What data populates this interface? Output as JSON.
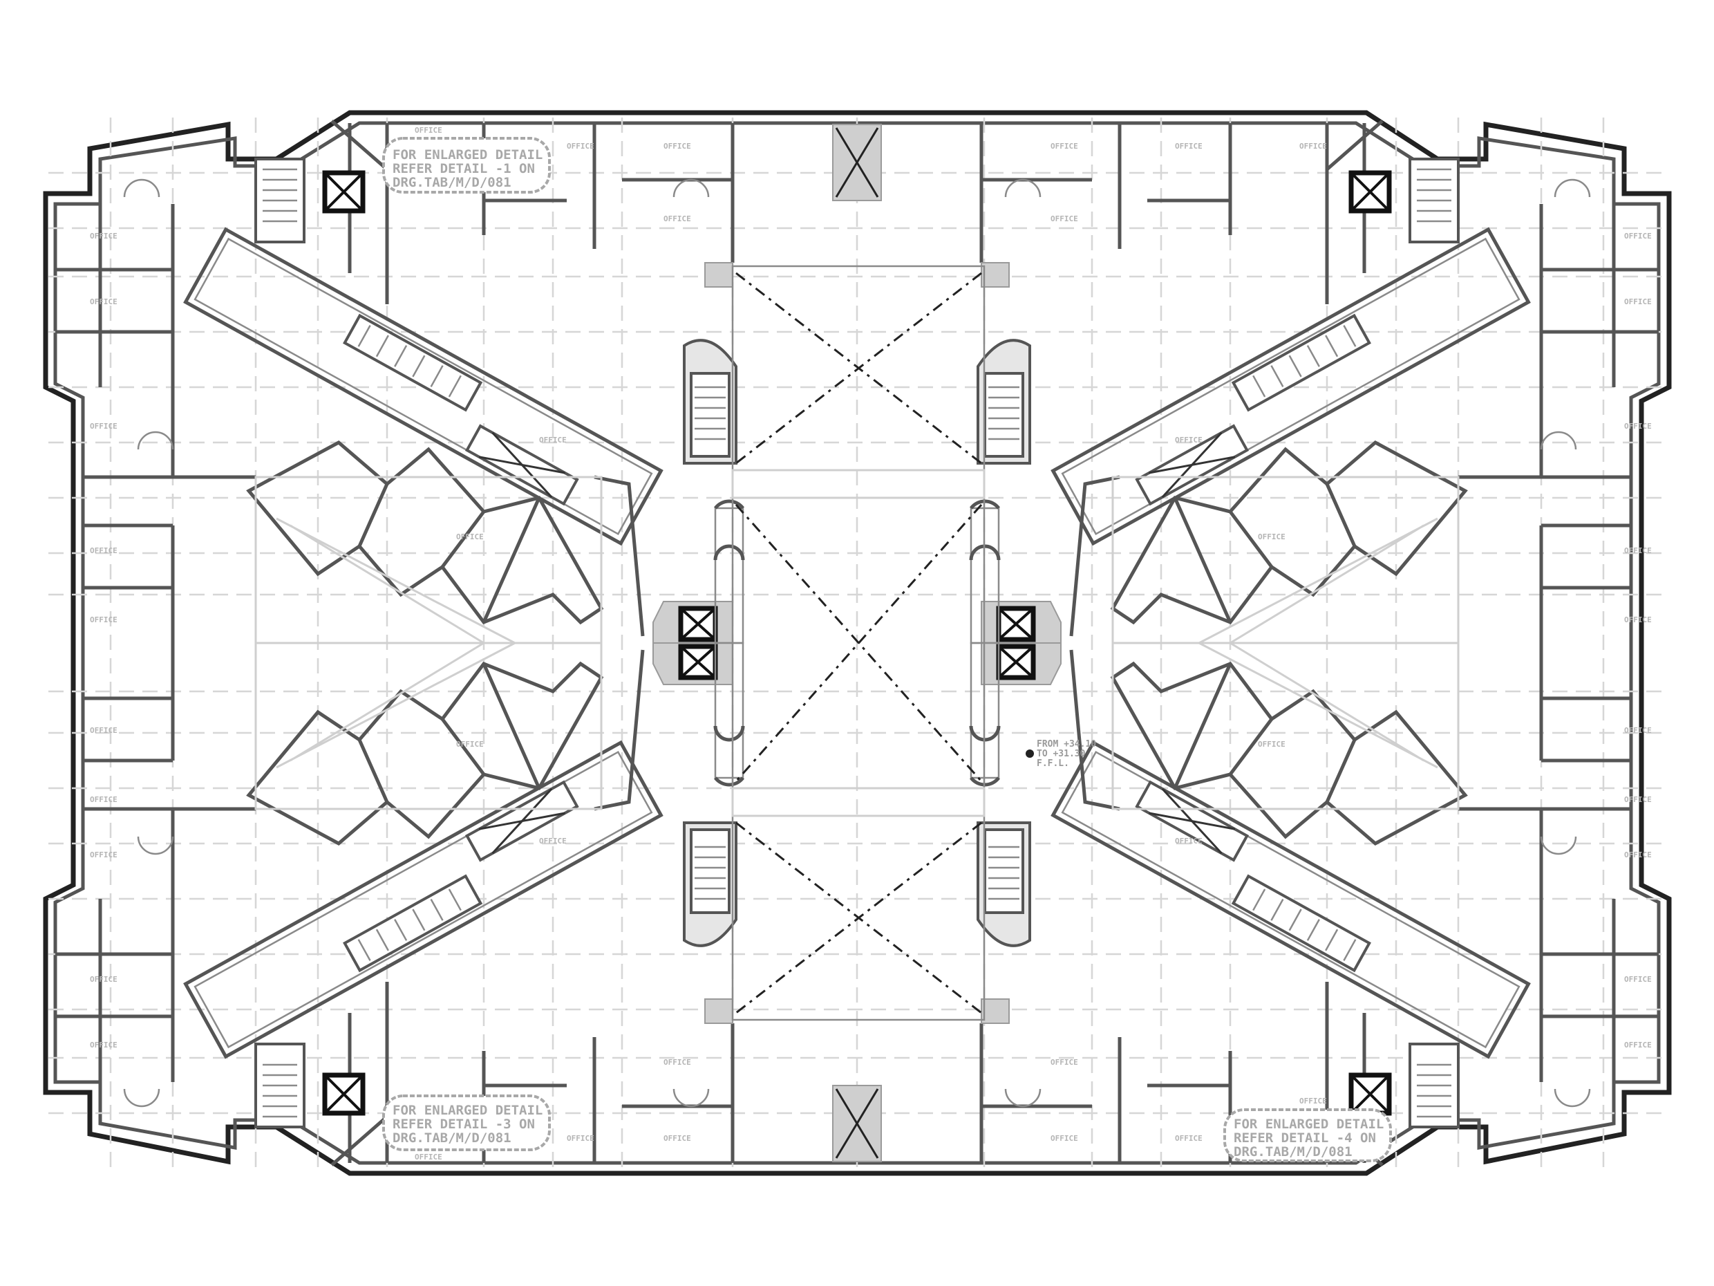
{
  "drawing": {
    "type": "architectural floor plan",
    "room_label": "OFFICE",
    "notes": [
      {
        "lines": [
          "FOR ENLARGED DETAIL",
          "REFER DETAIL -1 ON",
          "DRG.TAB/M/D/081"
        ]
      },
      {
        "lines": [
          "FOR ENLARGED DETAIL",
          "REFER DETAIL -3 ON",
          "DRG.TAB/M/D/081"
        ]
      },
      {
        "lines": [
          "FOR ENLARGED DETAIL",
          "REFER DETAIL -4 ON",
          "DRG.TAB/M/D/081"
        ]
      }
    ],
    "level_note": {
      "lines": [
        "FROM +34.10",
        "TO +31.30",
        "F.F.L."
      ]
    }
  }
}
